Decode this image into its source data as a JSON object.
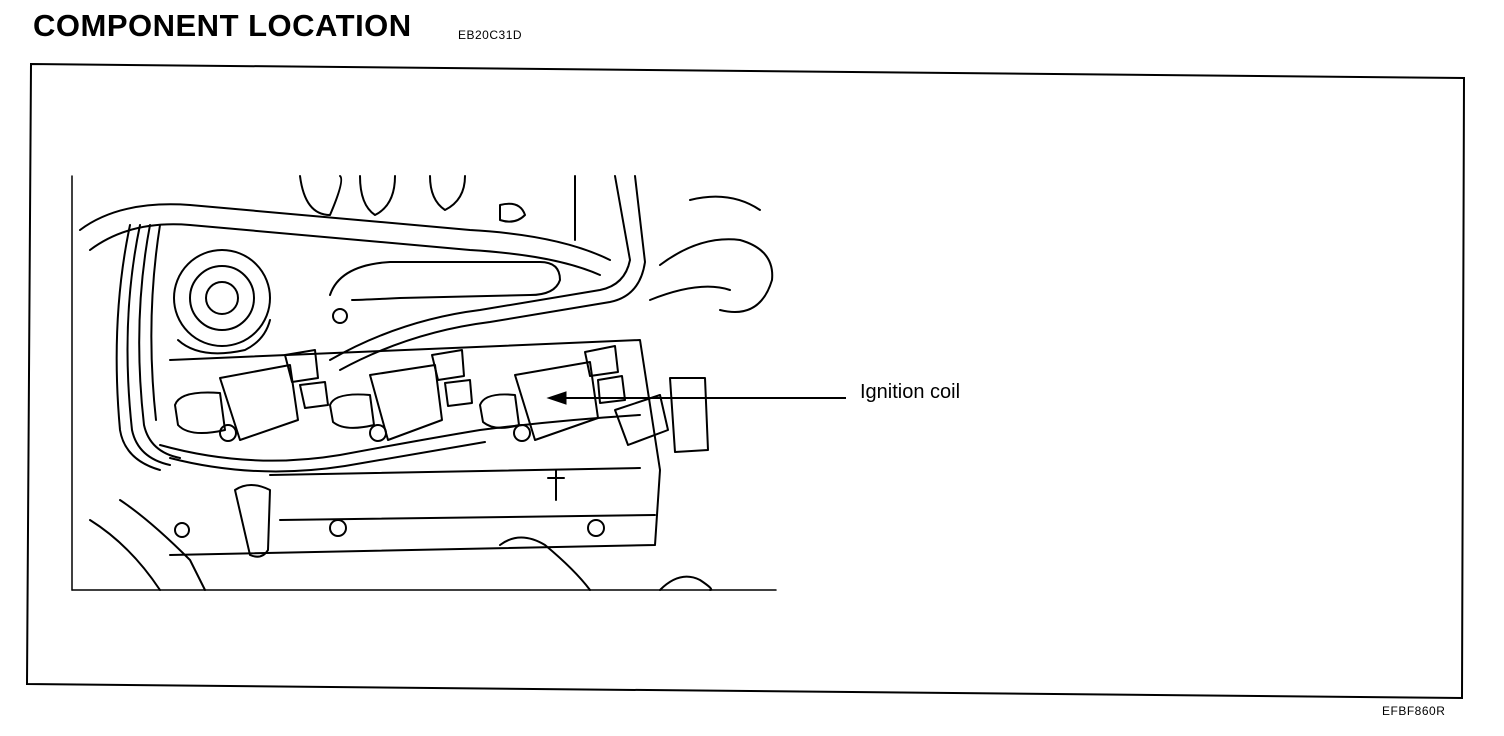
{
  "header": {
    "title": "COMPONENT LOCATION",
    "section_code": "EB20C31D"
  },
  "figure": {
    "callout_label": "Ignition coil",
    "figure_code": "EFBF860R"
  },
  "colors": {
    "line": "#000000",
    "background": "#ffffff"
  }
}
